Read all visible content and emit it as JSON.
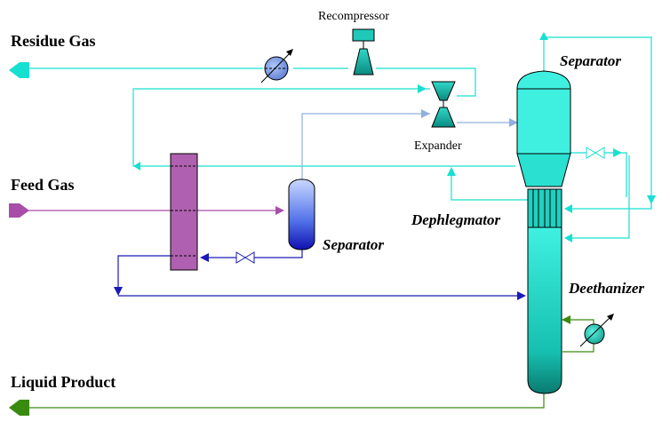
{
  "labels": {
    "residue_gas": "Residue Gas",
    "feed_gas": "Feed Gas",
    "liquid_product": "Liquid Product",
    "recompressor": "Recompressor",
    "expander": "Expander",
    "separator_top": "Separator",
    "separator_mid": "Separator",
    "dephlegmator": "Dephlegmator",
    "deethanizer": "Deethanizer"
  },
  "colors": {
    "cyan_line": "#18e0d0",
    "violet_line": "#a84ea8",
    "blue_line": "#1a1ab8",
    "light_blue_line": "#90b0e0",
    "green_line": "#3a8a10",
    "equipment_teal": "#20d8c8",
    "heat_exchanger": "#b060b0"
  }
}
